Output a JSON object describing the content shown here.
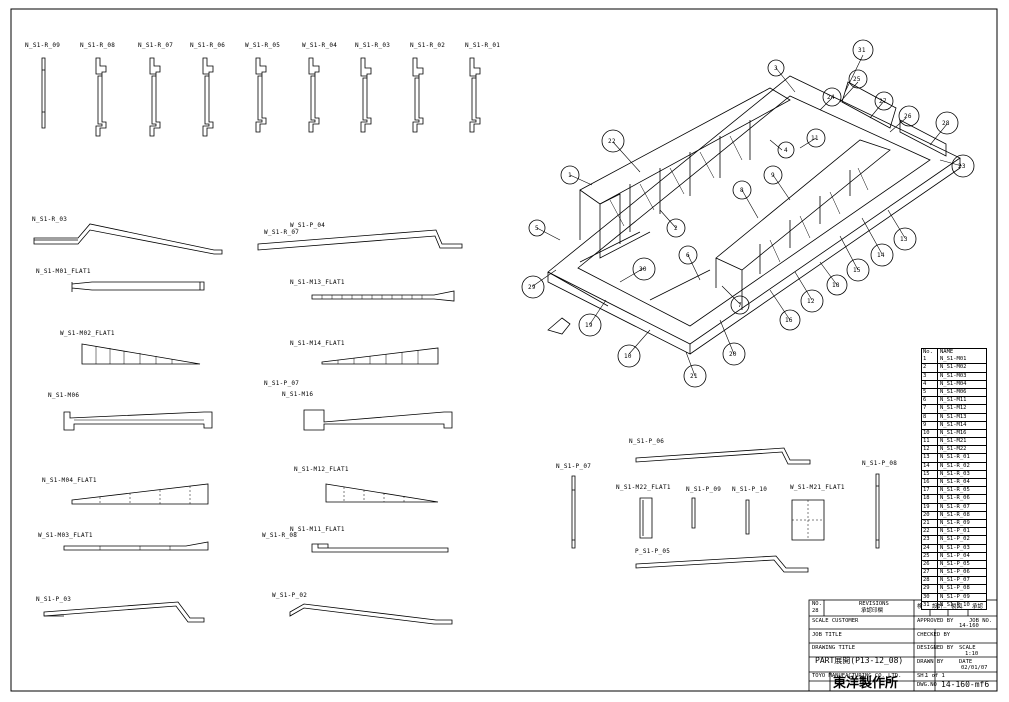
{
  "parts_top": [
    "N_S1-R_09",
    "N_S1-R_08",
    "N_S1-R_07",
    "N_S1-R_06",
    "W_S1-R_05",
    "W_S1-R_04",
    "N_S1-R_03",
    "N_S1-R_02",
    "N_S1-R_01"
  ],
  "parts_left": {
    "r03": "N_S1-R_03",
    "r07": "W_S1-R_07",
    "p04": "W_S1-P_04",
    "m01": "N_S1-M01_FLAT1",
    "m13": "N_S1-M13_FLAT1",
    "m02": "W_S1-M02_FLAT1",
    "m14": "N_S1-M14_FLAT1",
    "p07a": "N_S1-P_07",
    "m06": "N_S1-M06",
    "m16": "N_S1-M16",
    "m04": "N_S1-M04_FLAT1",
    "m12": "N_S1-M12_FLAT1",
    "m03": "W_S1-M03_FLAT1",
    "r08": "W_S1-R_08",
    "m11": "N_S1-M11_FLAT1",
    "p03": "N_S1-P_03",
    "p02": "W_S1-P_02"
  },
  "parts_right": {
    "p06": "N_S1-P_06",
    "p07": "N_S1-P_07",
    "p08": "N_S1-P_08",
    "m22": "N_S1-M22_FLAT1",
    "p09": "N_S1-P_09",
    "p10": "N_S1-P_10",
    "m21": "W_S1-M21_FLAT1",
    "p05": "P_S1-P_05"
  },
  "balloons": [
    "31",
    "3",
    "24",
    "25",
    "27",
    "26",
    "28",
    "22",
    "11",
    "4",
    "23",
    "1",
    "9",
    "8",
    "2",
    "5",
    "13",
    "6",
    "14",
    "15",
    "30",
    "7",
    "18",
    "16",
    "12",
    "19",
    "20",
    "10",
    "21",
    "29"
  ],
  "bom": {
    "header": [
      "No.",
      "NAME"
    ],
    "rows": [
      [
        "1",
        "N_S1-M01"
      ],
      [
        "2",
        "N_S1-M02"
      ],
      [
        "3",
        "N_S1-M03"
      ],
      [
        "4",
        "N_S1-M04"
      ],
      [
        "5",
        "N_S1-M06"
      ],
      [
        "6",
        "N_S1-M11"
      ],
      [
        "7",
        "N_S1-M12"
      ],
      [
        "8",
        "N_S1-M13"
      ],
      [
        "9",
        "N_S1-M14"
      ],
      [
        "10",
        "N_S1-M16"
      ],
      [
        "11",
        "N_S1-M21"
      ],
      [
        "12",
        "N_S1-M22"
      ],
      [
        "13",
        "N_S1-R_01"
      ],
      [
        "14",
        "N_S1-R_02"
      ],
      [
        "15",
        "N_S1-R_03"
      ],
      [
        "16",
        "N_S1-R_04"
      ],
      [
        "17",
        "N_S1-R_05"
      ],
      [
        "18",
        "N_S1-R_06"
      ],
      [
        "19",
        "N_S1-R_07"
      ],
      [
        "20",
        "N_S1-R_08"
      ],
      [
        "21",
        "N_S1-R_09"
      ],
      [
        "22",
        "N_S1-P_01"
      ],
      [
        "23",
        "N_S1-P_02"
      ],
      [
        "24",
        "N_S1-P_03"
      ],
      [
        "25",
        "N_S1-P_04"
      ],
      [
        "26",
        "N_S1-P_05"
      ],
      [
        "27",
        "N_S1-P_06"
      ],
      [
        "28",
        "N_S1-P_07"
      ],
      [
        "29",
        "N_S1-P_08"
      ],
      [
        "30",
        "N_S1-P_09"
      ],
      [
        "31",
        "N_S1-P_10"
      ]
    ]
  },
  "title_block": {
    "rev_label": "NO.",
    "rev_no": "28",
    "rev_desc_label": "REVISIONS",
    "rev_desc": "承認印欄",
    "col_check": "検",
    "col_design": "設計",
    "col_draw": "製図",
    "col_sub": "承認",
    "customer_label": "SCALE CUSTOMER",
    "approved_label": "APPROVED BY",
    "job_no_label": "JOB NO.",
    "job_no": "14-160",
    "job_title_label": "JOB TITLE",
    "checked_label": "CHECKED BY",
    "drawing_title_label": "DRAWING TITLE",
    "designed_label": "DESIGNED BY",
    "scale_label": "SCALE",
    "scale": "1:10",
    "drawing_title": "PART展開(P13-12_08)",
    "drawn_label": "DRAWN BY",
    "date_label": "DATE",
    "date": "02/01/07",
    "company_en": "TOYO MANUFACTURING CO.,LTD.",
    "sheet_label": "SH.",
    "sheet": "1 of 1",
    "company_jp": "東洋製作所",
    "dwg_no_label": "DWG.NO",
    "dwg_no": "14-160-mf6"
  }
}
